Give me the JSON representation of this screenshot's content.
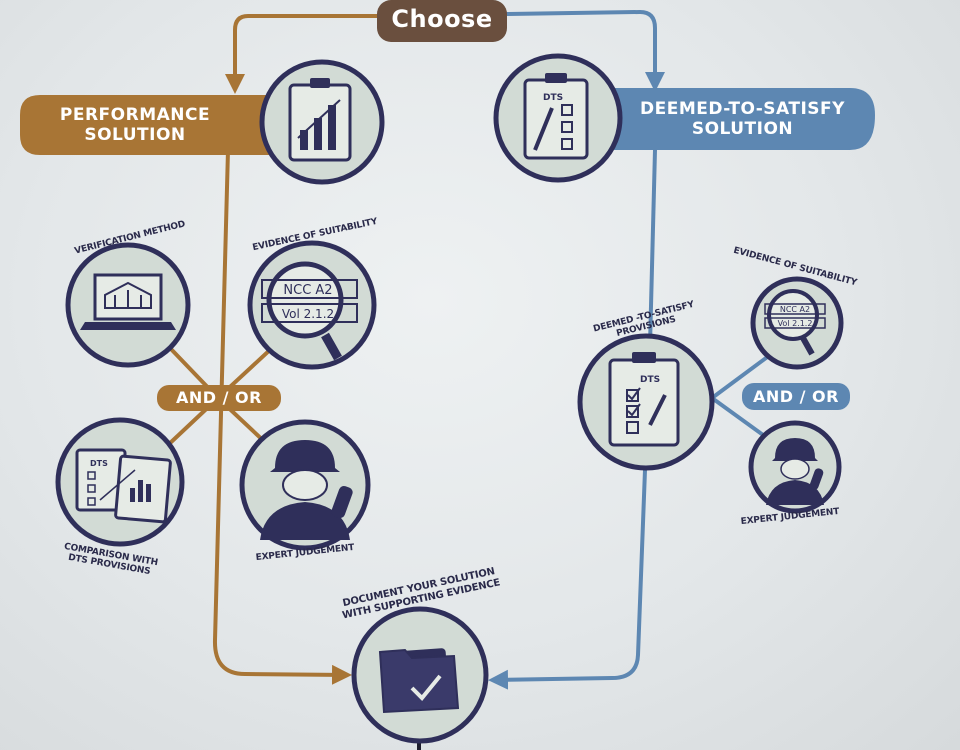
{
  "choose": {
    "label": "Choose"
  },
  "performance": {
    "label": "PERFORMANCE\nSOLUTION"
  },
  "dts": {
    "label": "DEEMED-TO-SATISFY\nSOLUTION"
  },
  "left_branch": {
    "and_or": "AND / OR",
    "verification_method": "VERIFICATION METHOD",
    "evidence_of_suitability": "EVIDENCE OF SUITABILITY",
    "comparison": "COMPARISON WITH\nDTS PROVISIONS",
    "expert_judgement": "EXPERT JUDGEMENT",
    "magnifier_text_top": "NCC A2",
    "magnifier_text_bottom": "Vol 2.1.2",
    "checklist_tag": "DTS"
  },
  "right_branch": {
    "and_or": "AND / OR",
    "provisions": "DEEMED -TO-SATISFY\nPROVISIONS",
    "evidence_of_suitability": "EVIDENCE OF SUITABILITY",
    "expert_judgement": "EXPERT JUDGEMENT",
    "magnifier_text_top": "NCC A2",
    "magnifier_text_bottom": "Vol 2.1.2",
    "checklist_tag": "DTS"
  },
  "document": {
    "label": "DOCUMENT YOUR SOLUTION\nWITH SUPPORTING EVIDENCE"
  },
  "dts_icon_tag": "DTS",
  "colors": {
    "brown": "#a87535",
    "brown_dark": "#7a5a3a",
    "blue": "#5d87b2",
    "navy": "#2f2f5a",
    "circle_fill": "#d2dbd5",
    "chip_dark": "#6a4f3e"
  }
}
